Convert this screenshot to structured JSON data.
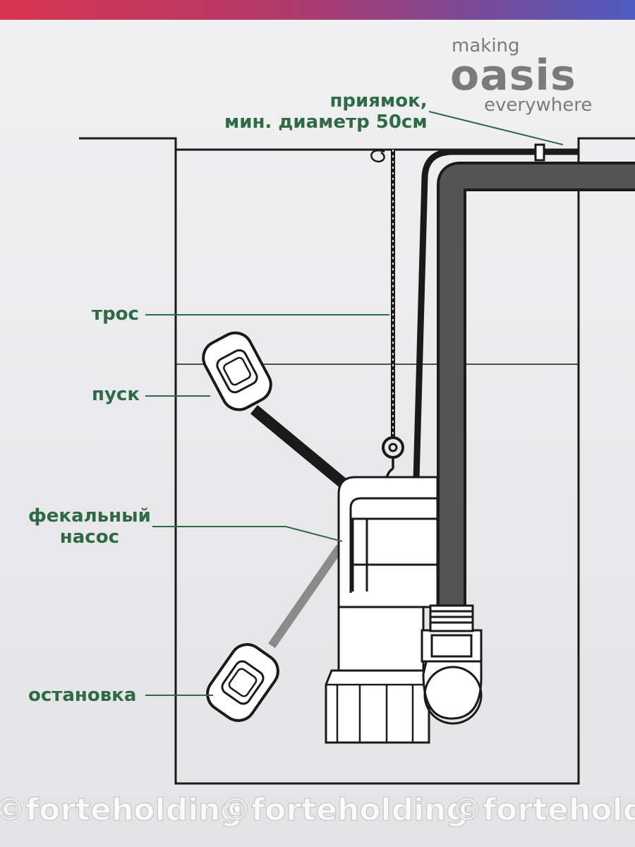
{
  "logo": {
    "line1": "making",
    "line2": "oasis",
    "line3": "everywhere"
  },
  "labels": {
    "sump": "приямок,\nмин. диаметр 50см",
    "cable": "трос",
    "start": "пуск",
    "pump": "фекальный\nнасос",
    "stop": "остановка"
  },
  "watermark": {
    "text": "©forteholding"
  },
  "colors": {
    "label": "#2f6a46",
    "line": "#1a1a1a",
    "pipe": "#555555",
    "topbar_start": "#d8344f",
    "topbar_end": "#4f5cc0"
  }
}
